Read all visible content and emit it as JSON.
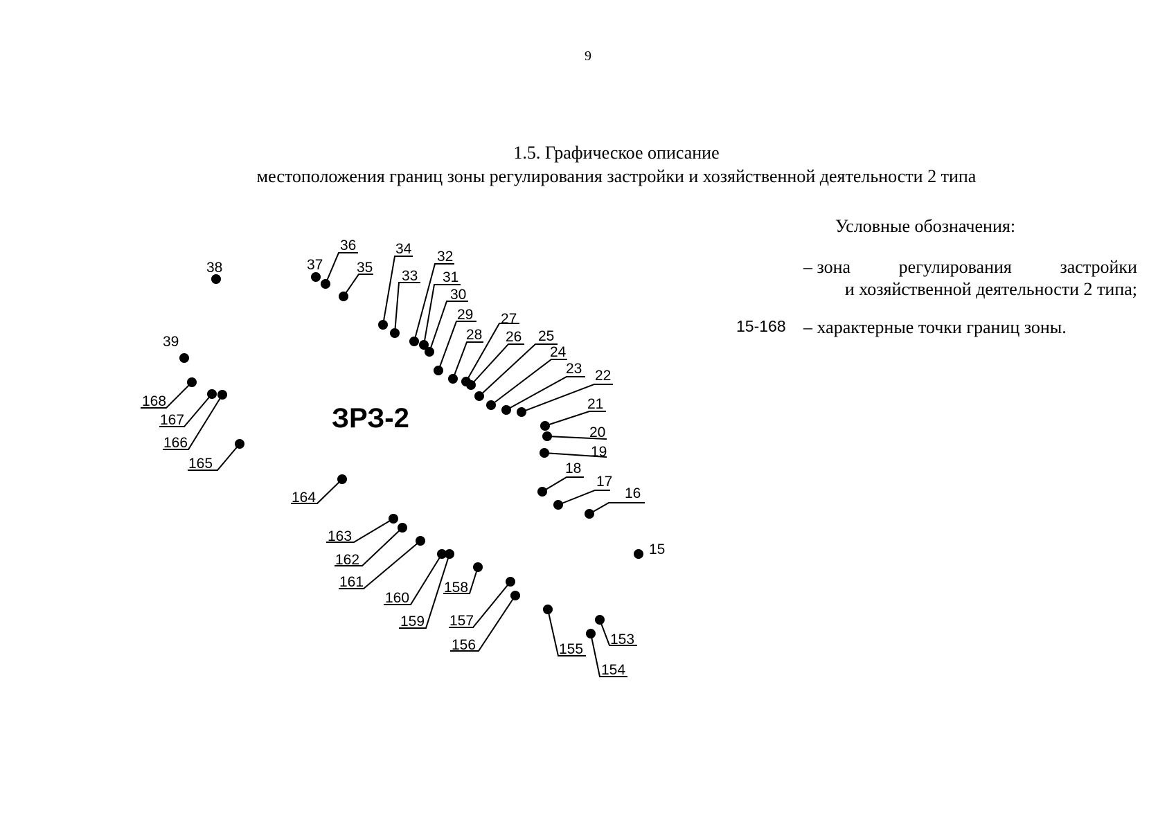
{
  "page_number": "9",
  "title": {
    "line1": "1.5. Графическое описание",
    "line2": "местоположения границ зоны регулирования застройки и хозяйственной деятельности 2 типа"
  },
  "map": {
    "zone_label": "ЗРЗ-2",
    "points": [
      "15",
      "16",
      "17",
      "18",
      "19",
      "20",
      "21",
      "22",
      "23",
      "24",
      "25",
      "26",
      "27",
      "28",
      "29",
      "30",
      "31",
      "32",
      "33",
      "34",
      "35",
      "36",
      "37",
      "38",
      "39",
      "153",
      "154",
      "155",
      "156",
      "157",
      "158",
      "159",
      "160",
      "161",
      "162",
      "163",
      "164",
      "165",
      "166",
      "167",
      "168"
    ]
  },
  "legend": {
    "title": "Условные обозначения:",
    "zone_words": [
      "– зона",
      "регулирования",
      "застройки"
    ],
    "zone_line2": "и хозяйственной деятельности 2 типа;",
    "points_symbol": "15-168",
    "points_text": "– характерные точки границ зоны."
  }
}
